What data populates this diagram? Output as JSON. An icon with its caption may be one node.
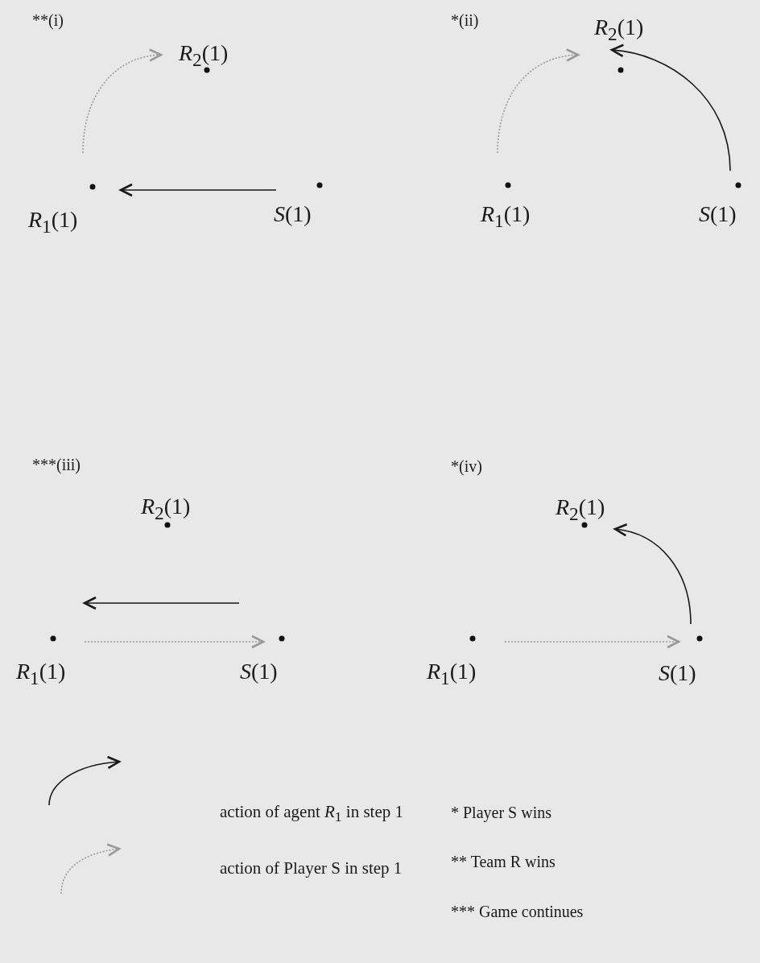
{
  "diagram": {
    "nodes": [
      {
        "text": [],
        "shape": "circle",
        "beside": [
          "*R*$_{2}$(1)"
        ]
      },
      {
        "text": [],
        "shape": "circle",
        "beside": [
          "*R*$_{1}$(1)"
        ]
      },
      {
        "text": [],
        "shape": "circle",
        "beside": [
          "*S*(1)"
        ]
      },
      {
        "text": [],
        "shape": "circle",
        "beside": [
          "*R*$_{2}$(1)"
        ]
      },
      {
        "text": [],
        "shape": "circle",
        "beside": [
          "*R*$_{1}$(1)"
        ]
      },
      {
        "text": [],
        "shape": "circle",
        "beside": [
          "*S*(1)"
        ]
      },
      {
        "text": [],
        "shape": "circle",
        "beside": [
          "*R*$_{2}$(1)"
        ]
      },
      {
        "text": [],
        "shape": "circle",
        "beside": [
          "*R*$_{1}$(1)"
        ]
      },
      {
        "text": [],
        "shape": "circle",
        "beside": [
          "*S*(1)"
        ]
      },
      {
        "text": [],
        "shape": "circle",
        "beside": [
          "*R*$_{2}$(1)"
        ]
      },
      {
        "text": [],
        "shape": "circle",
        "beside": [
          "*R*$_{1}$(1)"
        ]
      },
      {
        "text": [],
        "shape": "circle",
        "beside": [
          "*S*(1)"
        ]
      }
    ],
    "edges": [
      {
        "from": 1,
        "to": 0,
        "arrow": "to",
        "style": "dashed",
        "color": "#9a9a9a"
      },
      {
        "from": 2,
        "to": 1,
        "arrow": "to",
        "color": "#1a1a1a"
      },
      {
        "from": 4,
        "to": 3,
        "arrow": "to",
        "style": "dashed",
        "color": "#9a9a9a"
      },
      {
        "from": 5,
        "to": 3,
        "arrow": "to",
        "color": "#1a1a1a"
      },
      {
        "from": 8,
        "to": 7,
        "arrow": "to",
        "color": "#1a1a1a"
      },
      {
        "from": 7,
        "to": 8,
        "arrow": "to",
        "style": "dashed",
        "color": "#9a9a9a"
      },
      {
        "from": 10,
        "to": 11,
        "arrow": "to",
        "style": "dashed",
        "color": "#9a9a9a"
      },
      {
        "from": 11,
        "to": 9,
        "arrow": "to",
        "color": "#1a1a1a"
      }
    ],
    "labels": [
      "**(i)",
      "*(ii)",
      "***(iii)",
      "*(iv)",
      "* Player S wins",
      "** Team R wins",
      "*** Game continues"
    ],
    "legend": [
      {
        "text": "action of agent *R*$_{1}$ in step 1"
      },
      {
        "text": "action of Player S in step 1"
      }
    ]
  }
}
